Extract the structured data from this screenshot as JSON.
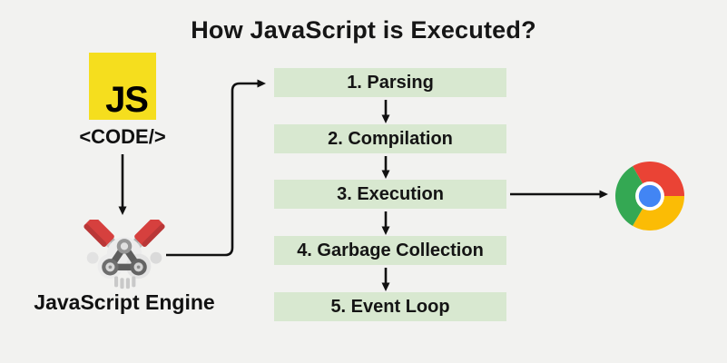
{
  "title": "How JavaScript is Executed?",
  "source": {
    "logo_text": "JS",
    "code_label": "<CODE/>",
    "engine_label": "JavaScript Engine"
  },
  "flow": {
    "steps": [
      {
        "label": "1. Parsing"
      },
      {
        "label": "2. Compilation"
      },
      {
        "label": "3. Execution"
      },
      {
        "label": "4. Garbage Collection"
      },
      {
        "label": "5. Event Loop"
      }
    ]
  },
  "icons": {
    "engine": "v8-engine-icon",
    "browser": "chrome-icon"
  },
  "colors": {
    "background": "#f2f2f0",
    "box_green": "#d8e8d0",
    "js_yellow": "#f5de1e",
    "ink": "#111111",
    "engine_red": "#d6403e",
    "chrome_red": "#ea4335",
    "chrome_yellow": "#fbbc05",
    "chrome_green": "#34a853",
    "chrome_blue": "#4285f4"
  }
}
